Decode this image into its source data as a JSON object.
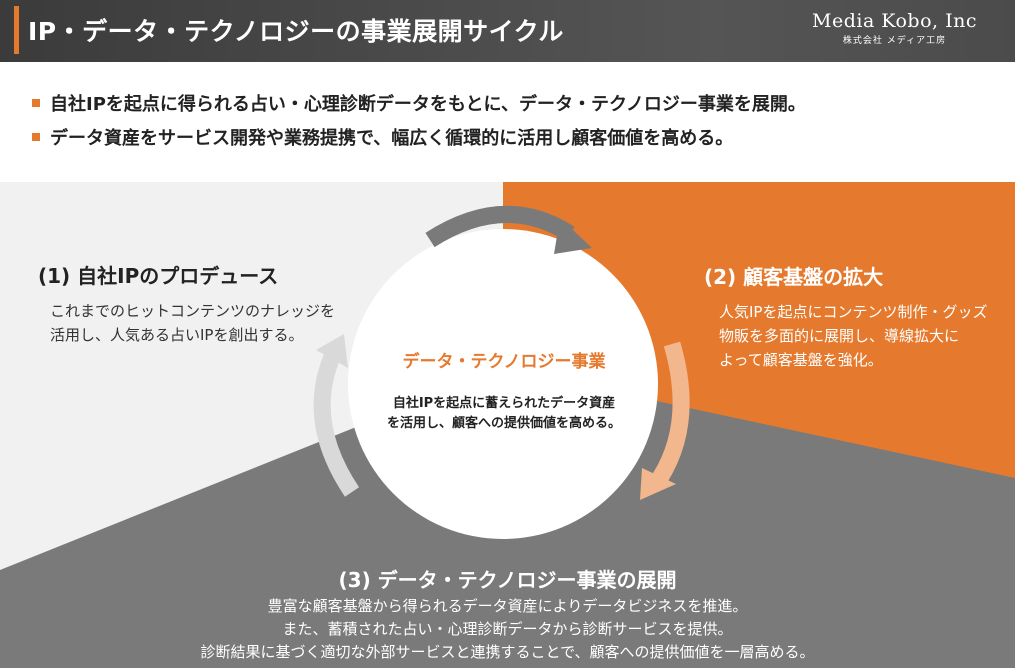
{
  "header": {
    "title": "IP・データ・テクノロジーの事業展開サイクル",
    "logo_name": "Media Kobo, Inc",
    "logo_sub": "株式会社 メディア工房"
  },
  "bullets": [
    "自社IPを起点に得られる占い・心理診断データをもとに、データ・テクノロジー事業を展開。",
    "データ資産をサービス開発や業務提携で、幅広く循環的に活用し顧客価値を高める。"
  ],
  "center": {
    "title": "データ・テクノロジー事業",
    "lines": [
      "自社IPを起点に蓄えられたデータ資産",
      "を活用し、顧客への提供価値を高める。"
    ]
  },
  "sections": {
    "s1": {
      "title": "(1) 自社IPのプロデュース",
      "lines": [
        "これまでのヒットコンテンツのナレッジを",
        "活用し、人気ある占いIPを創出する。"
      ]
    },
    "s2": {
      "title": "(2) 顧客基盤の拡大",
      "lines": [
        "人気IPを起点にコンテンツ制作・グッズ",
        "物販を多面的に展開し、導線拡大に",
        "よって顧客基盤を強化。"
      ]
    },
    "s3": {
      "title": "(3) データ・テクノロジー事業の展開",
      "lines": [
        "豊富な顧客基盤から得られるデータ資産によりデータビジネスを推進。",
        "また、蓄積された占い・心理診断データから診断サービスを提供。",
        "診断結果に基づく適切な外部サービスと連携することで、顧客への提供価値を一層高める。"
      ]
    }
  },
  "colors": {
    "accent": "#e57a2e",
    "header_bg": "#444444",
    "light_region": "#f1f1f1",
    "dark_region": "#7a7a7a"
  },
  "icons": [
    "cycle-arrow-top",
    "cycle-arrow-right",
    "cycle-arrow-left"
  ]
}
